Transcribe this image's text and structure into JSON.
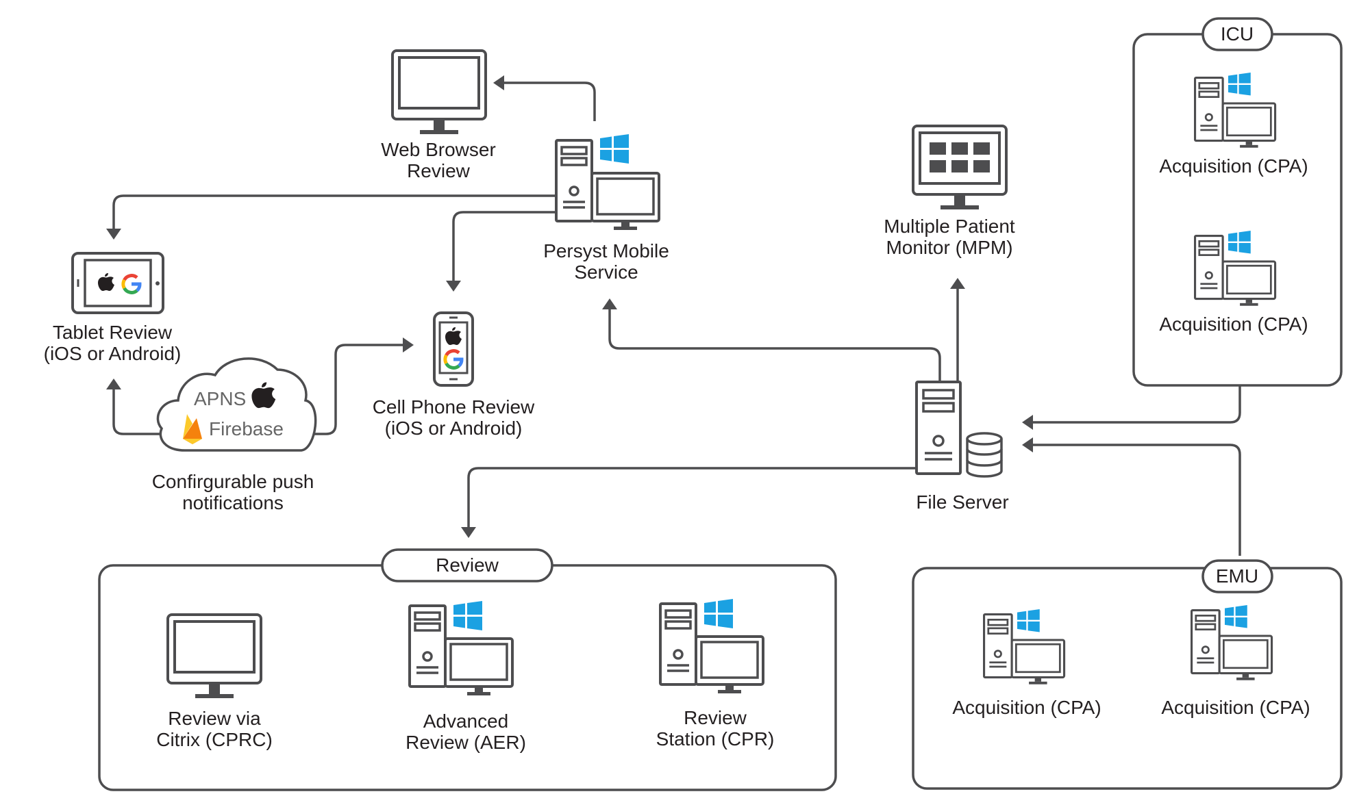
{
  "nodes": {
    "web_browser": {
      "line1": "Web Browser",
      "line2": "Review"
    },
    "persyst": {
      "line1": "Persyst Mobile",
      "line2": "Service"
    },
    "mpm": {
      "line1": "Multiple Patient",
      "line2": "Monitor (MPM)"
    },
    "tablet": {
      "line1": "Tablet Review",
      "line2": "(iOS or Android)"
    },
    "cell": {
      "line1": "Cell Phone Review",
      "line2": "(iOS or Android)"
    },
    "push": {
      "line1": "Confirgurable push",
      "line2": "notifications",
      "apns": "APNS",
      "firebase": "Firebase"
    },
    "file_server": {
      "label": "File Server"
    }
  },
  "groups": {
    "icu": {
      "title": "ICU",
      "items": [
        "Acquisition (CPA)",
        "Acquisition (CPA)"
      ]
    },
    "emu": {
      "title": "EMU",
      "items": [
        "Acquisition (CPA)",
        "Acquisition (CPA)"
      ]
    },
    "review": {
      "title": "Review",
      "items": [
        {
          "line1": "Review via",
          "line2": "Citrix (CPRC)"
        },
        {
          "line1": "Advanced",
          "line2": "Review (AER)"
        },
        {
          "line1": "Review",
          "line2": "Station (CPR)"
        }
      ]
    }
  },
  "colors": {
    "line": "#4d4d4f",
    "windows": "#1ba1e2",
    "google_blue": "#4285f4",
    "google_red": "#ea4335",
    "google_yellow": "#fbbc05",
    "google_green": "#34a853",
    "firebase_orange": "#f5820d",
    "firebase_yellow": "#fcc92a"
  },
  "icons": [
    "monitor-icon",
    "server-workstation-icon",
    "windows-logo-icon",
    "apple-logo-icon",
    "google-logo-icon",
    "tablet-icon",
    "phone-icon",
    "cloud-icon",
    "firebase-icon",
    "database-icon",
    "mpm-monitor-icon"
  ]
}
